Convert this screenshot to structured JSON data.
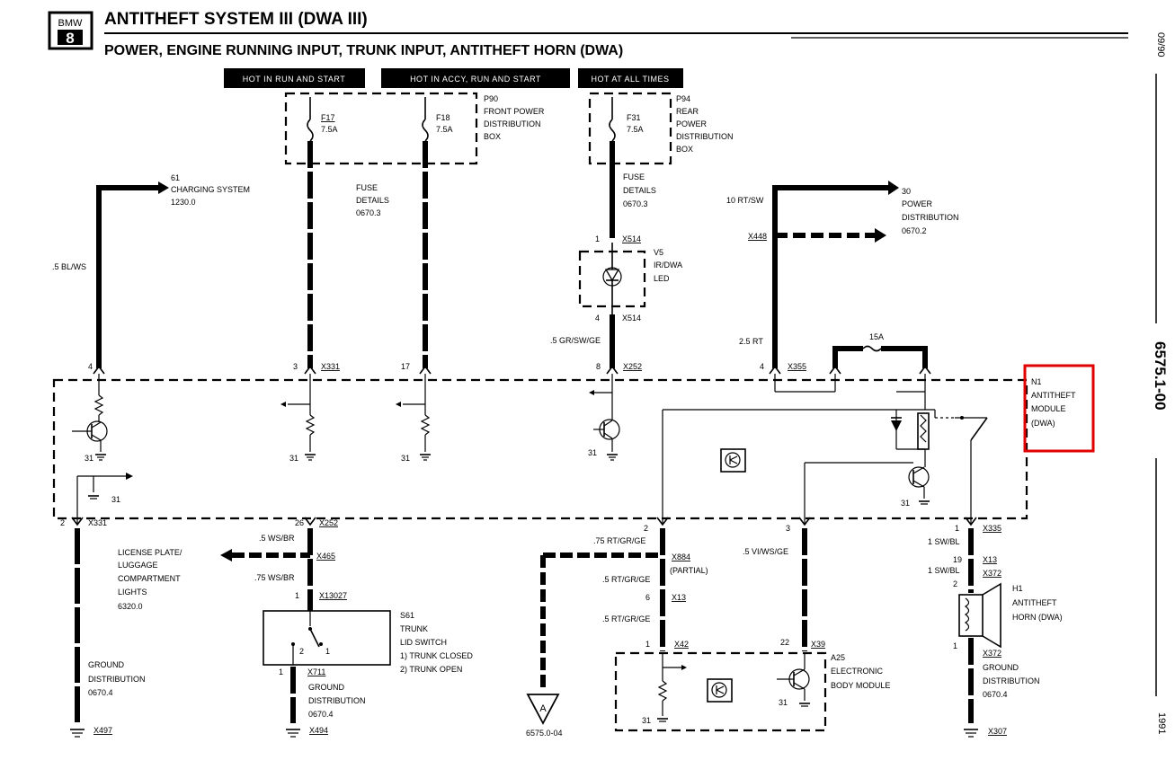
{
  "header": {
    "logo_top": "BMW",
    "logo_num": "8",
    "title": "ANTITHEFT SYSTEM III (DWA III)",
    "subtitle": "POWER, ENGINE RUNNING INPUT, TRUNK INPUT, ANTITHEFT HORN (DWA)"
  },
  "side": {
    "date": "09/90",
    "page": "6575.1-00",
    "year": "1991"
  },
  "power_headers": [
    "HOT IN RUN AND START",
    "HOT IN ACCY, RUN AND START",
    "HOT AT ALL TIMES"
  ],
  "fuses": {
    "f17": {
      "name": "F17",
      "rating": "7.5A"
    },
    "f18": {
      "name": "F18",
      "rating": "7.5A"
    },
    "f31": {
      "name": "F31",
      "rating": "7.5A"
    },
    "module_fuse": "15A"
  },
  "boxes": {
    "p90": [
      "P90",
      "FRONT POWER",
      "DISTRIBUTION",
      "BOX"
    ],
    "p94": [
      "P94",
      "REAR",
      "POWER",
      "DISTRIBUTION",
      "BOX"
    ],
    "fuse_details_1": [
      "FUSE",
      "DETAILS",
      "0670.3"
    ],
    "fuse_details_2": [
      "FUSE",
      "DETAILS",
      "0670.3"
    ],
    "charging": [
      "61",
      "CHARGING SYSTEM",
      "1230.0"
    ],
    "power_dist": [
      "30",
      "POWER",
      "DISTRIBUTION",
      "0670.2"
    ],
    "v5": [
      "V5",
      "IR/DWA",
      "LED"
    ],
    "n1": [
      "N1",
      "ANTITHEFT",
      "MODULE",
      "(DWA)"
    ],
    "license": [
      "LICENSE PLATE/",
      "LUGGAGE",
      "COMPARTMENT",
      "LIGHTS",
      "6320.0"
    ],
    "s61": [
      "S61",
      "TRUNK",
      "LID SWITCH",
      "1)  TRUNK CLOSED",
      "2)  TRUNK OPEN"
    ],
    "a25": [
      "A25",
      "ELECTRONIC",
      "BODY MODULE"
    ],
    "h1": [
      "H1",
      "ANTITHEFT",
      "HORN (DWA)"
    ],
    "ground_left": [
      "GROUND",
      "DISTRIBUTION",
      "0670.4"
    ],
    "ground_mid": [
      "GROUND",
      "DISTRIBUTION",
      "0670.4"
    ],
    "ground_right": [
      "GROUND",
      "DISTRIBUTION",
      "0670.4"
    ],
    "offpage_ref": "6575.0-04",
    "offpage_letter": "A"
  },
  "wires": {
    "bl_ws": ".5 BL/WS",
    "gr_sw_ge": ".5 GR/SW/GE",
    "rt_sw": "10 RT/SW",
    "rt": "2.5 RT",
    "ws_br_5": ".5 WS/BR",
    "ws_br_75": ".75 WS/BR",
    "rt_gr_ge_75": ".75 RT/GR/GE",
    "rt_gr_ge_5a": ".5 RT/GR/GE",
    "rt_gr_ge_5b": ".5 RT/GR/GE",
    "vi_ws_ge": ".5 VI/WS/GE",
    "sw_bl_a": "1 SW/BL",
    "sw_bl_b": "1 SW/BL"
  },
  "connectors": {
    "x331_top": "X331",
    "x252": "X252",
    "x355": "X355",
    "x514_top": "X514",
    "x514_bot": "X514",
    "x448": "X448",
    "x331_bot": "X331",
    "x252_bot": "X252",
    "x465": "X465",
    "x13027": "X13027",
    "x711": "X711",
    "x494": "X494",
    "x497": "X497",
    "x884": "X884",
    "partial": "(PARTIAL)",
    "x13_mid": "X13",
    "x42": "X42",
    "x39": "X39",
    "x335": "X335",
    "x13_right": "X13",
    "x372_a": "X372",
    "x372_b": "X372",
    "x307": "X307"
  },
  "pins": {
    "p4_left": "4",
    "p3": "3",
    "p17": "17",
    "p8": "8",
    "p4_right": "4",
    "p1_led": "1",
    "p4_led": "4",
    "p2_left": "2",
    "p26": "26",
    "p2_mid": "2",
    "p3_mid": "3",
    "p1_right": "1",
    "p1_s61": "1",
    "p1_gnd": "1",
    "p6": "6",
    "p1_a25": "1",
    "p22": "22",
    "p19": "19",
    "p2_h1": "2",
    "p1_h1": "1",
    "sw2": "2",
    "sw1": "1"
  },
  "grounds": [
    "31",
    "31",
    "31",
    "31",
    "31",
    "31",
    "31",
    "31"
  ]
}
